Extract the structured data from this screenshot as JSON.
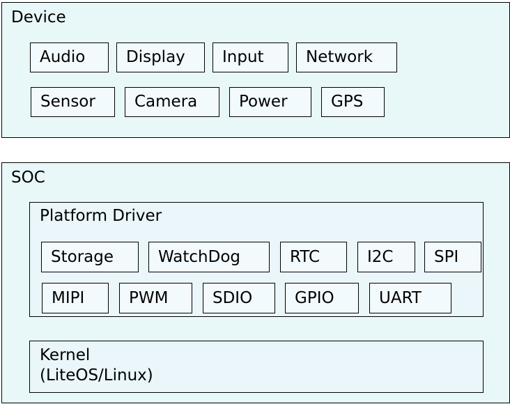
{
  "device": {
    "title": "Device",
    "items": [
      "Audio",
      "Display",
      "Input",
      "Network",
      "Sensor",
      "Camera",
      "Power",
      "GPS"
    ]
  },
  "soc": {
    "title": "SOC",
    "platform_driver": {
      "title": "Platform Driver",
      "items": [
        "Storage",
        "WatchDog",
        "RTC",
        "I2C",
        "SPI",
        "MIPI",
        "PWM",
        "SDIO",
        "GPIO",
        "UART"
      ]
    },
    "kernel": {
      "title": "Kernel",
      "subtitle": "(LiteOS/Linux)"
    }
  }
}
